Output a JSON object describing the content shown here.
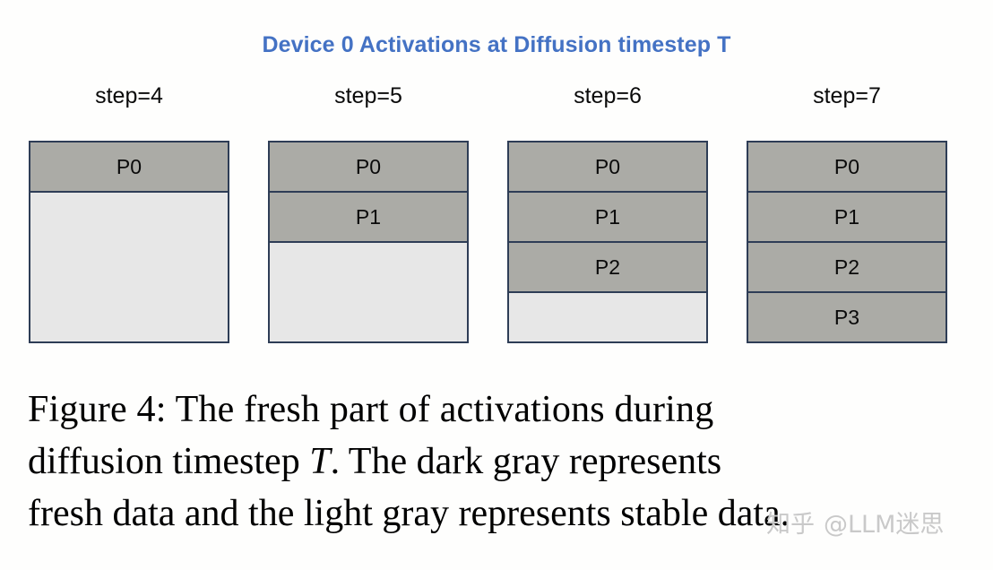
{
  "title": "Device 0 Activations at Diffusion timestep T",
  "title_color": "#4472C4",
  "colors": {
    "background": "#FEFEFD",
    "border": "#2E3D56",
    "fresh_fill": "#ABABA6",
    "stable_fill": "#E7E7E7",
    "text": "#0A0A0A",
    "watermark": "#C9C9C9"
  },
  "steps": [
    {
      "label": "step=4",
      "slots": [
        {
          "label": "P0",
          "state": "fresh"
        },
        {
          "label": "",
          "state": "stable"
        },
        {
          "label": "",
          "state": "stable"
        },
        {
          "label": "",
          "state": "stable"
        }
      ]
    },
    {
      "label": "step=5",
      "slots": [
        {
          "label": "P0",
          "state": "fresh"
        },
        {
          "label": "P1",
          "state": "fresh"
        },
        {
          "label": "",
          "state": "stable"
        },
        {
          "label": "",
          "state": "stable"
        }
      ]
    },
    {
      "label": "step=6",
      "slots": [
        {
          "label": "P0",
          "state": "fresh"
        },
        {
          "label": "P1",
          "state": "fresh"
        },
        {
          "label": "P2",
          "state": "fresh"
        },
        {
          "label": "",
          "state": "stable"
        }
      ]
    },
    {
      "label": "step=7",
      "slots": [
        {
          "label": "P0",
          "state": "fresh"
        },
        {
          "label": "P1",
          "state": "fresh"
        },
        {
          "label": "P2",
          "state": "fresh"
        },
        {
          "label": "P3",
          "state": "fresh"
        }
      ]
    }
  ],
  "caption": {
    "line1": "Figure 4:  The fresh part of activations during",
    "line2_before": "diffusion timestep ",
    "line2_var": "T",
    "line2_after": ".  The dark gray represents",
    "line3": "fresh data and the light gray represents stable data."
  },
  "watermark": {
    "logo": "知乎",
    "handle": "@LLM迷思"
  }
}
